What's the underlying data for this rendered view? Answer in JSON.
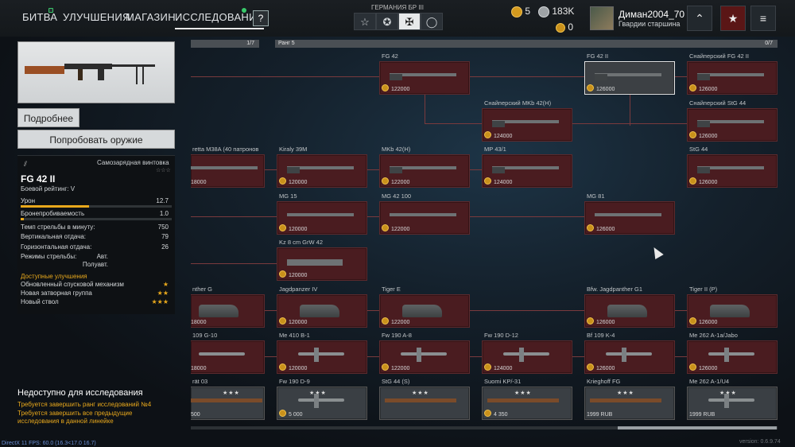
{
  "nav": {
    "battle": "БИТВА",
    "upgrades": "УЛУЧШЕНИЯ",
    "shop": "МАГАЗИН",
    "research": "ИССЛЕДОВАНИЯ",
    "help": "?"
  },
  "nation": {
    "title": "ГЕРМАНИЯ БР III"
  },
  "currency": {
    "gold": "5",
    "silver": "183K",
    "rp": "0"
  },
  "user": {
    "name": "Диман2004_70",
    "rank": "Гвардии старшина"
  },
  "weapon": {
    "details_btn": "Подробнее",
    "try_btn": "Попробовать оружие",
    "type": "Самозарядная винтовка",
    "type_stars": "☆☆☆",
    "name": "FG 42 II",
    "br": "Боевой рейтинг: V",
    "stats": [
      {
        "label": "Урон",
        "value": "12.7",
        "fill": 0.45
      },
      {
        "label": "Бронепробиваемость",
        "value": "1.0",
        "fill": 0.02
      },
      {
        "label": "Темп стрельбы в минуту:",
        "value": "750"
      },
      {
        "label": "Вертикальная отдача:",
        "value": "79"
      },
      {
        "label": "Горизонтальная отдача:",
        "value": "26"
      },
      {
        "label": "Режимы стрельбы:",
        "value": "Авт."
      },
      {
        "label": "",
        "value": "Полуавт."
      }
    ],
    "upgrades_title": "Доступные улучшения",
    "upgrades": [
      {
        "label": "Обновленный спусковой механизм",
        "stars": "★"
      },
      {
        "label": "Новая затворная группа",
        "stars": "★★"
      },
      {
        "label": "Новый ствол",
        "stars": "★★★"
      }
    ]
  },
  "unavailable": {
    "title": "Недоступно для исследования",
    "req1": "Требуется завершить ранг исследований №4",
    "req2": "Требуется завершить все предыдущие",
    "req3": "исследования в данной линейке"
  },
  "ranks": {
    "left": "1/7",
    "right_label": "Ранг 5",
    "right_count": "0/7"
  },
  "nodes": [
    {
      "label": "FG 42",
      "price": "122000"
    },
    {
      "label": "FG 42 II",
      "price": "126000"
    },
    {
      "label": "Снайперский FG 42 II",
      "price": "126000"
    },
    {
      "label": "Снайперский MKb 42(H)",
      "price": "124000"
    },
    {
      "label": "Снайперский StG 44",
      "price": "126000"
    },
    {
      "label": "retta M38A (40 патронов",
      "price": "18000"
    },
    {
      "label": "Kiraly 39M",
      "price": "120000"
    },
    {
      "label": "MKb 42(H)",
      "price": "122000"
    },
    {
      "label": "MP 43/1",
      "price": "124000"
    },
    {
      "label": "StG 44",
      "price": "126000"
    },
    {
      "label": "MG 15",
      "price": "120000"
    },
    {
      "label": "MG 42 100",
      "price": "122000"
    },
    {
      "label": "MG 81",
      "price": "126000"
    },
    {
      "label": "Kz 8 cm GrW 42",
      "price": "120000"
    },
    {
      "label": "nther G",
      "price": "18000"
    },
    {
      "label": "Jagdpanzer IV",
      "price": "120000"
    },
    {
      "label": "Tiger E",
      "price": "122000"
    },
    {
      "label": "Bfw. Jagdpanther G1",
      "price": "126000"
    },
    {
      "label": "Tiger II (P)",
      "price": "126000"
    },
    {
      "label": "109 G-10",
      "price": "18000"
    },
    {
      "label": "Me 410 B-1",
      "price": "120000"
    },
    {
      "label": "Fw 190 A-8",
      "price": "122000"
    },
    {
      "label": "Fw 190 D-12",
      "price": "124000"
    },
    {
      "label": "Bf 109 K-4",
      "price": "126000"
    },
    {
      "label": "Me 262 A-1a/Jabo",
      "price": "126000"
    },
    {
      "label": "rät 03",
      "price": "500"
    },
    {
      "label": "Fw 190 D-9",
      "price": "5 000"
    },
    {
      "label": "StG 44 (S)",
      "price": ""
    },
    {
      "label": "Suomi KP/-31",
      "price": "4 350"
    },
    {
      "label": "Krieghoff FG",
      "price": "1999 RUB"
    },
    {
      "label": "Me 262 A-1/U4",
      "price": "1999 RUB"
    }
  ],
  "footer": {
    "dx": "DirectX 11 FPS: 60.0 (16.3<17.0 16.7)",
    "version": "version: 0.6.9.74"
  }
}
